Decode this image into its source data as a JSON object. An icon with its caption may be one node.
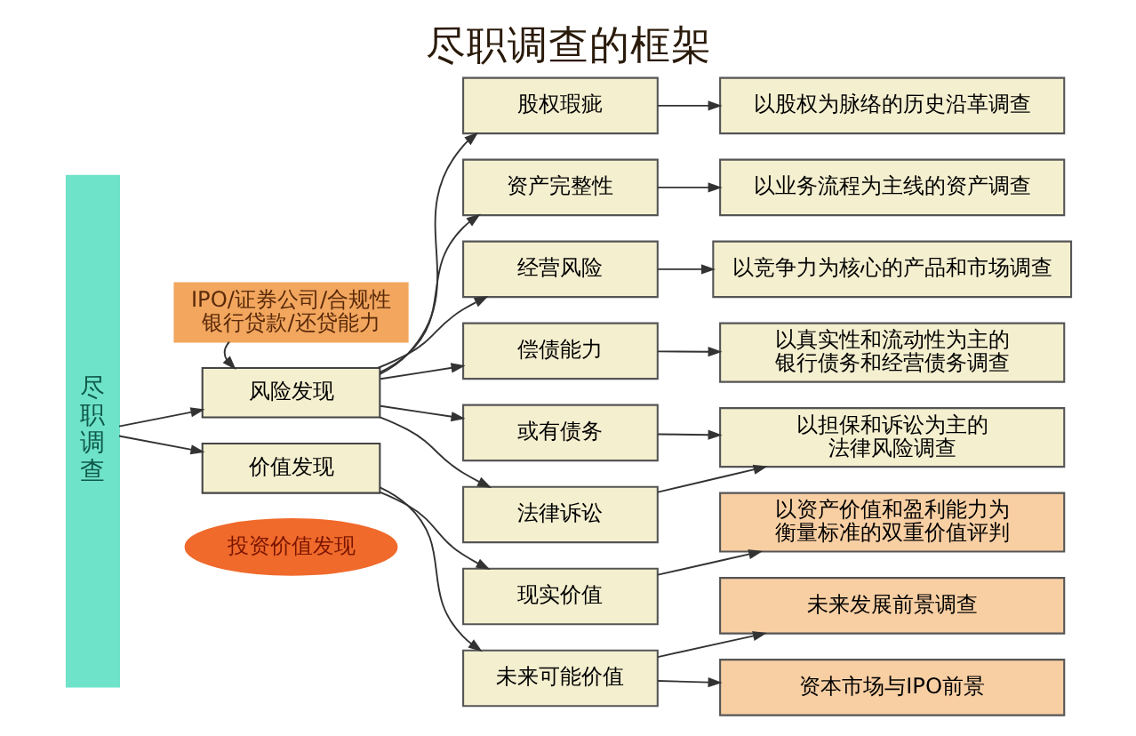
{
  "diagram": {
    "title": "尽职调查的框架",
    "nodes": [
      {
        "text": [
          "尽职调查"
        ]
      },
      {
        "text": [
          "IPO/证券公司/合规性银行贷款/还贷能力"
        ]
      },
      {
        "text": [
          "风险发现"
        ]
      },
      {
        "text": [
          "价值发现"
        ]
      },
      {
        "text": [
          "投资价值发现"
        ]
      },
      {
        "text": [
          "股权瑕疵"
        ]
      },
      {
        "text": [
          "资产完整性"
        ]
      },
      {
        "text": [
          "经营风险"
        ]
      },
      {
        "text": [
          "偿债能力"
        ]
      },
      {
        "text": [
          "或有债务"
        ]
      },
      {
        "text": [
          "法律诉讼"
        ]
      },
      {
        "text": [
          "现实价值"
        ]
      },
      {
        "text": [
          "未来可能价值"
        ]
      },
      {
        "text": [
          "以股权为脉络的历史沿革调查"
        ]
      },
      {
        "text": [
          "以业务流程为主线的资产调查"
        ]
      },
      {
        "text": [
          "以竞争力为核心的产品和市场调查"
        ]
      },
      {
        "text": [
          "以真实性和流动性为主的银行债务和经营债务调查"
        ]
      },
      {
        "text": [
          "以担保和诉讼为主的法律风险调查"
        ]
      },
      {
        "text": [
          "以资产价值和盈利能力为衡量标准的双重价值评判"
        ]
      },
      {
        "text": [
          "未来发展前景调查"
        ]
      },
      {
        "text": [
          "资本市场与IPO前景"
        ]
      }
    ],
    "edges": [
      {
        "from": 0,
        "to": 2,
        "arrow": "to"
      },
      {
        "from": 0,
        "to": 3,
        "arrow": "to"
      },
      {
        "from": 1,
        "to": 2,
        "arrow": "to"
      },
      {
        "from": 2,
        "to": 5,
        "arrow": "to"
      },
      {
        "from": 2,
        "to": 6,
        "arrow": "to"
      },
      {
        "from": 2,
        "to": 7,
        "arrow": "to"
      },
      {
        "from": 2,
        "to": 8,
        "arrow": "to"
      },
      {
        "from": 2,
        "to": 9,
        "arrow": "to"
      },
      {
        "from": 2,
        "to": 10,
        "arrow": "to"
      },
      {
        "from": 3,
        "to": 11,
        "arrow": "to"
      },
      {
        "from": 3,
        "to": 12,
        "arrow": "to"
      },
      {
        "from": 5,
        "to": 13,
        "arrow": "to"
      },
      {
        "from": 6,
        "to": 14,
        "arrow": "to"
      },
      {
        "from": 7,
        "to": 15,
        "arrow": "to"
      },
      {
        "from": 8,
        "to": 16,
        "arrow": "to"
      },
      {
        "from": 9,
        "to": 17,
        "arrow": "to"
      },
      {
        "from": 10,
        "to": 17,
        "arrow": "to"
      },
      {
        "from": 11,
        "to": 18,
        "arrow": "to"
      },
      {
        "from": 12,
        "to": 19,
        "arrow": "to"
      },
      {
        "from": 12,
        "to": 20,
        "arrow": "to"
      }
    ]
  }
}
